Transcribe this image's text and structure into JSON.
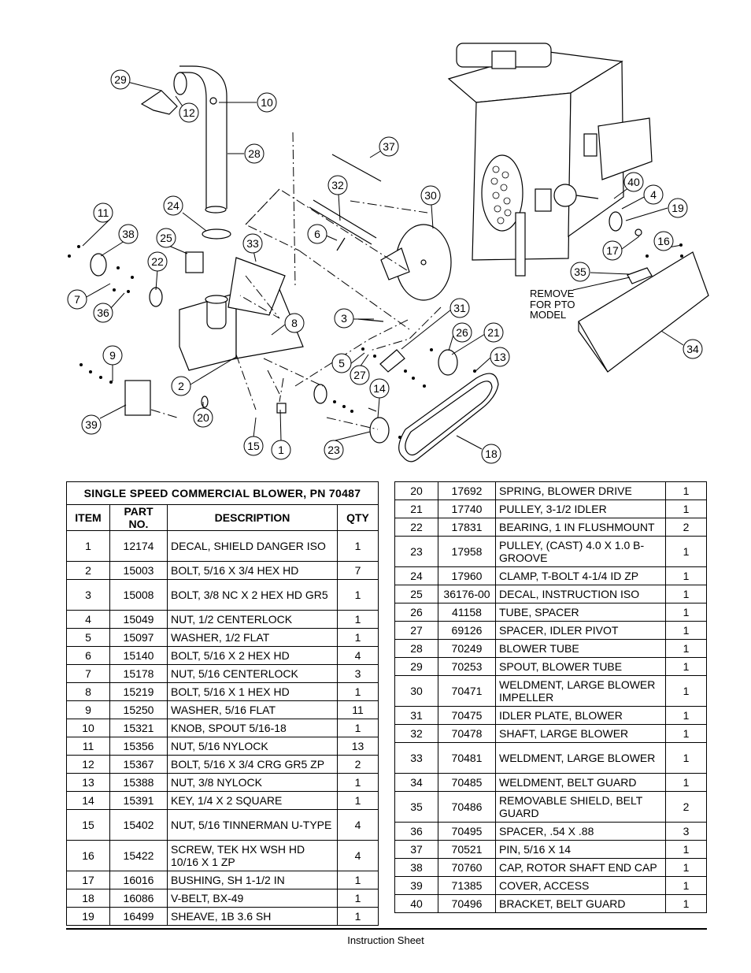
{
  "diagram": {
    "callouts": [
      "29",
      "12",
      "10",
      "28",
      "37",
      "32",
      "30",
      "40",
      "4",
      "19",
      "24",
      "11",
      "38",
      "25",
      "33",
      "6",
      "16",
      "22",
      "17",
      "35",
      "7",
      "36",
      "3",
      "31",
      "8",
      "26",
      "21",
      "13",
      "9",
      "5",
      "27",
      "14",
      "2",
      "39",
      "20",
      "15",
      "1",
      "23",
      "18",
      "34"
    ],
    "remove_note": [
      "REMOVE",
      "FOR PTO",
      "MODEL"
    ]
  },
  "table": {
    "title": "SINGLE  SPEED  COMMERCIAL  BLOWER, PN 70487",
    "headers": {
      "item": "ITEM",
      "part_no": "PART  NO.",
      "description": "DESCRIPTION",
      "qty": "QTY"
    },
    "rows": [
      {
        "item": "1",
        "part": "12174",
        "desc": "DECAL,  SHIELD  DANGER ISO",
        "qty": "1"
      },
      {
        "item": "2",
        "part": "15003",
        "desc": "BOLT,  5/16  X  3/4  HEX  HD",
        "qty": "7"
      },
      {
        "item": "3",
        "part": "15008",
        "desc": "BOLT,  3/8  NC  X  2  HEX  HD GR5",
        "qty": "1"
      },
      {
        "item": "4",
        "part": "15049",
        "desc": "NUT,  1/2  CENTERLOCK",
        "qty": "1"
      },
      {
        "item": "5",
        "part": "15097",
        "desc": "WASHER,  1/2  FLAT",
        "qty": "1"
      },
      {
        "item": "6",
        "part": "15140",
        "desc": "BOLT,  5/16  X  2  HEX  HD",
        "qty": "4"
      },
      {
        "item": "7",
        "part": "15178",
        "desc": "NUT,  5/16  CENTERLOCK",
        "qty": "3"
      },
      {
        "item": "8",
        "part": "15219",
        "desc": "BOLT,  5/16  X  1  HEX  HD",
        "qty": "1"
      },
      {
        "item": "9",
        "part": "15250",
        "desc": "WASHER,  5/16  FLAT",
        "qty": "11"
      },
      {
        "item": "10",
        "part": "15321",
        "desc": "KNOB,  SPOUT  5/16-18",
        "qty": "1"
      },
      {
        "item": "11",
        "part": "15356",
        "desc": "NUT,  5/16  NYLOCK",
        "qty": "13"
      },
      {
        "item": "12",
        "part": "15367",
        "desc": "BOLT, 5/16 X 3/4 CRG GR5 ZP",
        "qty": "2"
      },
      {
        "item": "13",
        "part": "15388",
        "desc": "NUT,  3/8  NYLOCK",
        "qty": "1"
      },
      {
        "item": "14",
        "part": "15391",
        "desc": "KEY,  1/4  X  2  SQUARE",
        "qty": "1"
      },
      {
        "item": "15",
        "part": "15402",
        "desc": "NUT,  5/16  TINNERMAN U-TYPE",
        "qty": "4"
      },
      {
        "item": "16",
        "part": "15422",
        "desc": "SCREW,  TEK  HX  WSH  HD 10/16  X  1  ZP",
        "qty": "4"
      },
      {
        "item": "17",
        "part": "16016",
        "desc": "BUSHING,  SH  1-1/2  IN",
        "qty": "1"
      },
      {
        "item": "18",
        "part": "16086",
        "desc": "V-BELT,  BX-49",
        "qty": "1"
      },
      {
        "item": "19",
        "part": "16499",
        "desc": "SHEAVE,  1B  3.6  SH",
        "qty": "1"
      },
      {
        "item": "20",
        "part": "17692",
        "desc": "SPRING,  BLOWER  DRIVE",
        "qty": "1"
      },
      {
        "item": "21",
        "part": "17740",
        "desc": "PULLEY,  3-1/2  IDLER",
        "qty": "1"
      },
      {
        "item": "22",
        "part": "17831",
        "desc": "BEARING,  1  IN  FLUSHMOUNT",
        "qty": "2"
      },
      {
        "item": "23",
        "part": "17958",
        "desc": "PULLEY,  (CAST)  4.0  X  1.0 B-GROOVE",
        "qty": "1"
      },
      {
        "item": "24",
        "part": "17960",
        "desc": "CLAMP,  T-BOLT  4-1/4  ID  ZP",
        "qty": "1"
      },
      {
        "item": "25",
        "part": "36176-00",
        "desc": "DECAL,  INSTRUCTION  ISO",
        "qty": "1"
      },
      {
        "item": "26",
        "part": "41158",
        "desc": "TUBE,  SPACER",
        "qty": "1"
      },
      {
        "item": "27",
        "part": "69126",
        "desc": "SPACER,  IDLER  PIVOT",
        "qty": "1"
      },
      {
        "item": "28",
        "part": "70249",
        "desc": "BLOWER  TUBE",
        "qty": "1"
      },
      {
        "item": "29",
        "part": "70253",
        "desc": "SPOUT,  BLOWER  TUBE",
        "qty": "1"
      },
      {
        "item": "30",
        "part": "70471",
        "desc": "WELDMENT,  LARGE BLOWER  IMPELLER",
        "qty": "1"
      },
      {
        "item": "31",
        "part": "70475",
        "desc": "IDLER  PLATE,  BLOWER",
        "qty": "1"
      },
      {
        "item": "32",
        "part": "70478",
        "desc": "SHAFT,  LARGE  BLOWER",
        "qty": "1"
      },
      {
        "item": "33",
        "part": "70481",
        "desc": "WELDMENT,  LARGE BLOWER",
        "qty": "1"
      },
      {
        "item": "34",
        "part": "70485",
        "desc": "WELDMENT,  BELT  GUARD",
        "qty": "1"
      },
      {
        "item": "35",
        "part": "70486",
        "desc": "REMOVABLE  SHIELD,  BELT GUARD",
        "qty": "2"
      },
      {
        "item": "36",
        "part": "70495",
        "desc": "SPACER,  .54  X  .88",
        "qty": "3"
      },
      {
        "item": "37",
        "part": "70521",
        "desc": "PIN,  5/16  X  14",
        "qty": "1"
      },
      {
        "item": "38",
        "part": "70760",
        "desc": "CAP, ROTOR SHAFT END CAP",
        "qty": "1"
      },
      {
        "item": "39",
        "part": "71385",
        "desc": "COVER,  ACCESS",
        "qty": "1"
      },
      {
        "item": "40",
        "part": "70496",
        "desc": "BRACKET, BELT GUARD",
        "qty": "1"
      }
    ]
  },
  "footer": {
    "text": "Instruction Sheet"
  }
}
